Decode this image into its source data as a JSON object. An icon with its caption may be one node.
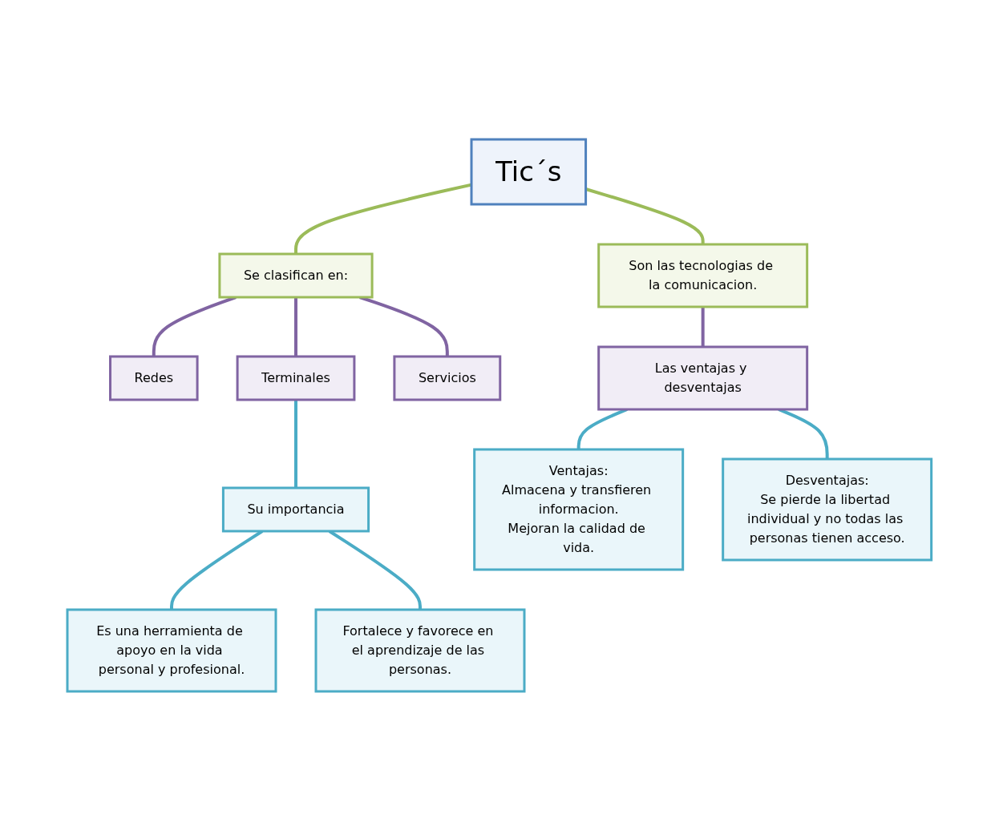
{
  "diagram": {
    "nodes": [
      {
        "text": [
          "Tic´s"
        ]
      },
      {
        "text": [
          "Se clasifican en:"
        ]
      },
      {
        "text": [
          "Son las tecnologias de la comunicacion."
        ]
      },
      {
        "text": [
          "Redes"
        ]
      },
      {
        "text": [
          "Terminales"
        ]
      },
      {
        "text": [
          "Servicios"
        ]
      },
      {
        "text": [
          "Las ventajas y desventajas"
        ]
      },
      {
        "text": [
          "Su importancia"
        ]
      },
      {
        "text": [
          "Ventajas:",
          "Almacena y transfieren informacion.",
          "Mejoran la calidad de vida."
        ]
      },
      {
        "text": [
          "Desventajas:",
          "Se pierde la libertad individual y no todas las personas tienen acceso."
        ]
      },
      {
        "text": [
          "Es una herramienta de apoyo en la vida personal y profesional."
        ]
      },
      {
        "text": [
          "Fortalece y favorece en el aprendizaje de las personas."
        ]
      }
    ],
    "edges": [
      {
        "from": 0,
        "to": 1,
        "arrow": "none",
        "color": "#9bbb59"
      },
      {
        "from": 0,
        "to": 2,
        "arrow": "none",
        "color": "#9bbb59"
      },
      {
        "from": 1,
        "to": 3,
        "arrow": "none",
        "color": "#8064a2"
      },
      {
        "from": 1,
        "to": 4,
        "arrow": "none",
        "color": "#8064a2"
      },
      {
        "from": 1,
        "to": 5,
        "arrow": "none",
        "color": "#8064a2"
      },
      {
        "from": 2,
        "to": 6,
        "arrow": "none",
        "color": "#8064a2"
      },
      {
        "from": 4,
        "to": 7,
        "arrow": "none"
      },
      {
        "from": 6,
        "to": 8,
        "arrow": "none"
      },
      {
        "from": 6,
        "to": 9,
        "arrow": "none"
      },
      {
        "from": 7,
        "to": 10,
        "arrow": "none"
      },
      {
        "from": 7,
        "to": 11,
        "arrow": "none"
      }
    ]
  }
}
